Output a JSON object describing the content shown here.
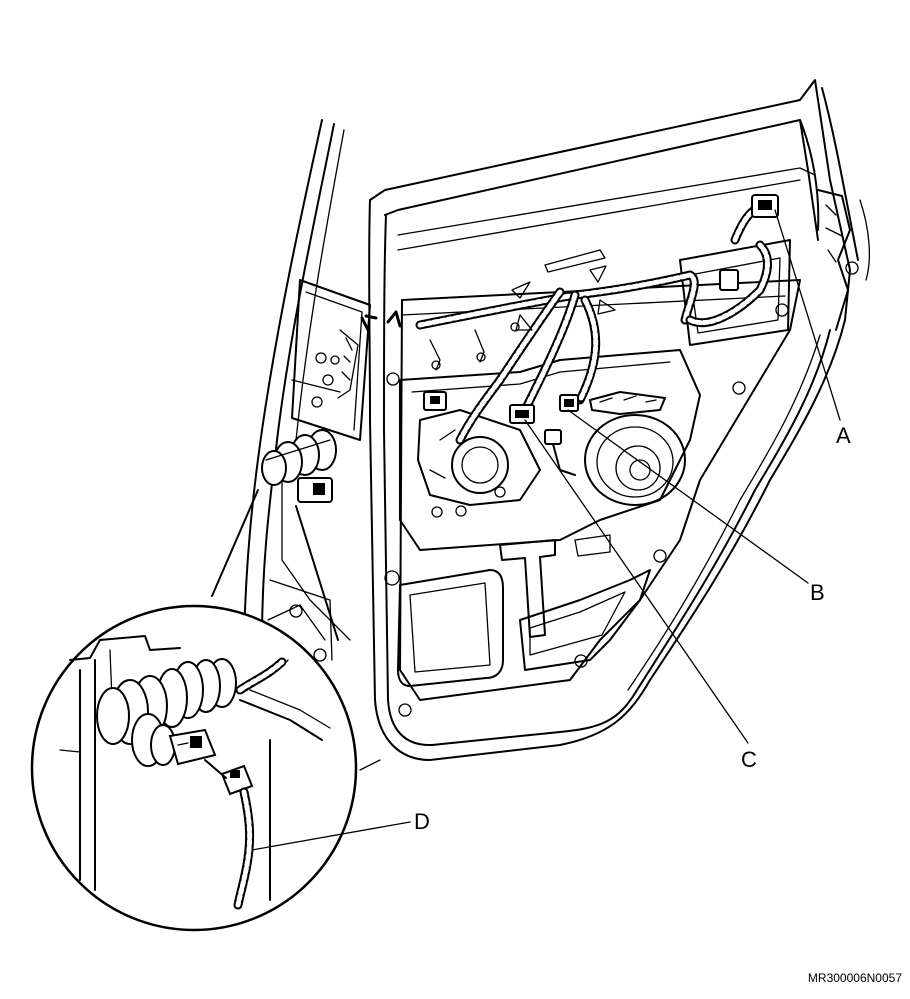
{
  "diagram": {
    "callouts": [
      {
        "id": "A",
        "text": "A"
      },
      {
        "id": "B",
        "text": "B"
      },
      {
        "id": "C",
        "text": "C"
      },
      {
        "id": "D",
        "text": "D"
      }
    ],
    "reference_code": "MR300006N0057"
  }
}
